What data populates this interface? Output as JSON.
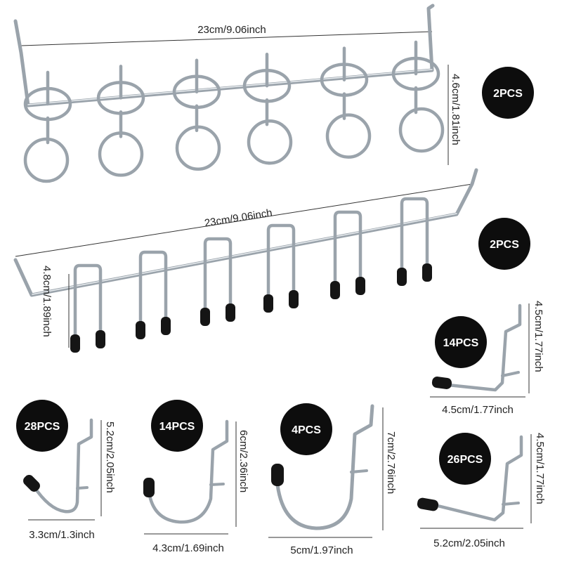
{
  "products": {
    "ring_rack": {
      "width_label": "23cm/9.06inch",
      "height_label": "4.6cm/1.81inch",
      "qty": "2PCS"
    },
    "u_rack": {
      "width_label": "23cm/9.06inch",
      "height_label": "4.8cm/1.89inch",
      "qty": "2PCS"
    },
    "l_hook_small": {
      "width_label": "4.5cm/1.77inch",
      "height_label": "4.5cm/1.77inch",
      "qty": "14PCS"
    },
    "j_hook_small": {
      "width_label": "3.3cm/1.3inch",
      "height_label": "5.2cm/2.05inch",
      "qty": "28PCS"
    },
    "j_hook_medium": {
      "width_label": "4.3cm/1.69inch",
      "height_label": "6cm/2.36inch",
      "qty": "14PCS"
    },
    "j_hook_large": {
      "width_label": "5cm/1.97inch",
      "height_label": "7cm/2.76inch",
      "qty": "4PCS"
    },
    "l_hook_long": {
      "width_label": "5.2cm/2.05inch",
      "height_label": "4.5cm/1.77inch",
      "qty": "26PCS"
    }
  },
  "colors": {
    "badge": "#0d0d0d",
    "wire": "#9aa3ab",
    "tip": "#151515"
  }
}
